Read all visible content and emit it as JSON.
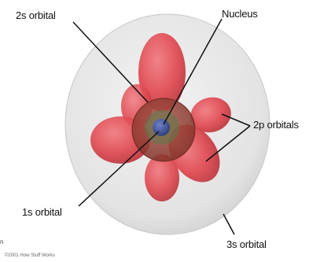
{
  "labels": {
    "orbital_2s": "2s orbital",
    "nucleus": "Nucleus",
    "orbitals_2p": "2p orbitals",
    "orbital_1s": "1s orbital",
    "orbital_3s": "3s orbital"
  },
  "credit": "©2001 How Stuff Works",
  "edge_mark": "n",
  "colors": {
    "sphere_3s": "#e3e3e3",
    "lobe_2p": "#e0484f",
    "sphere_2s": "#a64535",
    "core_1s": "#5a7a4a",
    "nucleus": "#3d4f9a",
    "leader_line": "#111111"
  }
}
